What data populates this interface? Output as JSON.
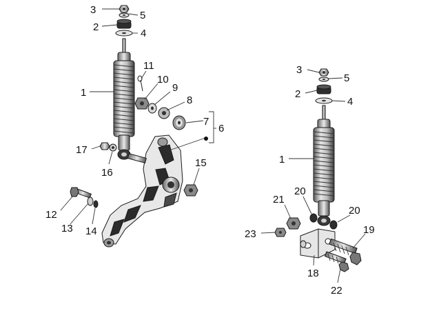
{
  "diagram": {
    "colors": {
      "line": "#1a1a1a",
      "part_fill": "#f2f2f2",
      "dark": "#2b2b2b",
      "mid": "#8a8a8a",
      "light": "#d9d9d9",
      "text": "#111111"
    },
    "left_assembly": {
      "callouts": {
        "c1": "1",
        "c2": "2",
        "c3": "3",
        "c4": "4",
        "c5": "5",
        "c6": "6",
        "c7": "7",
        "c8": "8",
        "c9": "9",
        "c10": "10",
        "c11": "11",
        "c12": "12",
        "c13": "13",
        "c14": "14",
        "c15": "15",
        "c16": "16",
        "c17": "17"
      }
    },
    "right_assembly": {
      "callouts": {
        "c1": "1",
        "c2": "2",
        "c3": "3",
        "c4": "4",
        "c5": "5",
        "c18": "18",
        "c19": "19",
        "c20a": "20",
        "c20b": "20",
        "c21": "21",
        "c22": "22",
        "c23": "23"
      }
    }
  }
}
